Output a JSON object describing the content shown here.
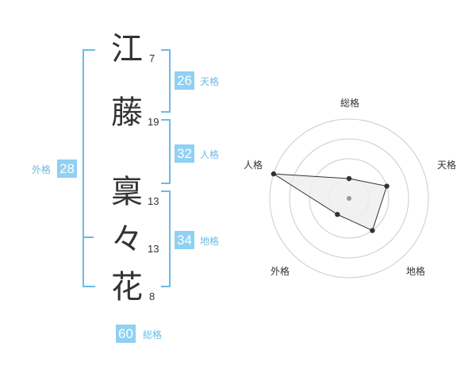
{
  "name": {
    "characters": [
      {
        "char": "江",
        "strokes": "7"
      },
      {
        "char": "藤",
        "strokes": "19"
      },
      {
        "char": "稟",
        "strokes": "13"
      },
      {
        "char": "々",
        "strokes": "13"
      },
      {
        "char": "花",
        "strokes": "8"
      }
    ]
  },
  "fortune": {
    "tenkaku": {
      "value": "26",
      "label": "天格"
    },
    "jinkaku": {
      "value": "32",
      "label": "人格"
    },
    "chikaku": {
      "value": "34",
      "label": "地格"
    },
    "gaikaku": {
      "value": "28",
      "label": "外格"
    },
    "soukaku": {
      "value": "60",
      "label": "総格"
    }
  },
  "radar": {
    "axis_labels": {
      "soukaku": "総格",
      "tenkaku": "天格",
      "chikaku": "地格",
      "gaikaku": "外格",
      "jinkaku": "人格"
    },
    "levels": 4,
    "scores": {
      "soukaku": 0.25,
      "tenkaku": 0.5,
      "chikaku": 0.5,
      "gaikaku": 0.25,
      "jinkaku": 1.0
    },
    "colors": {
      "grid": "#cccccc",
      "fill": "#eeeeee",
      "line": "#333333",
      "center": "#999999"
    }
  },
  "colors": {
    "accent": "#8fd0f3",
    "bracket": "#6bbbe6",
    "text": "#333333"
  }
}
